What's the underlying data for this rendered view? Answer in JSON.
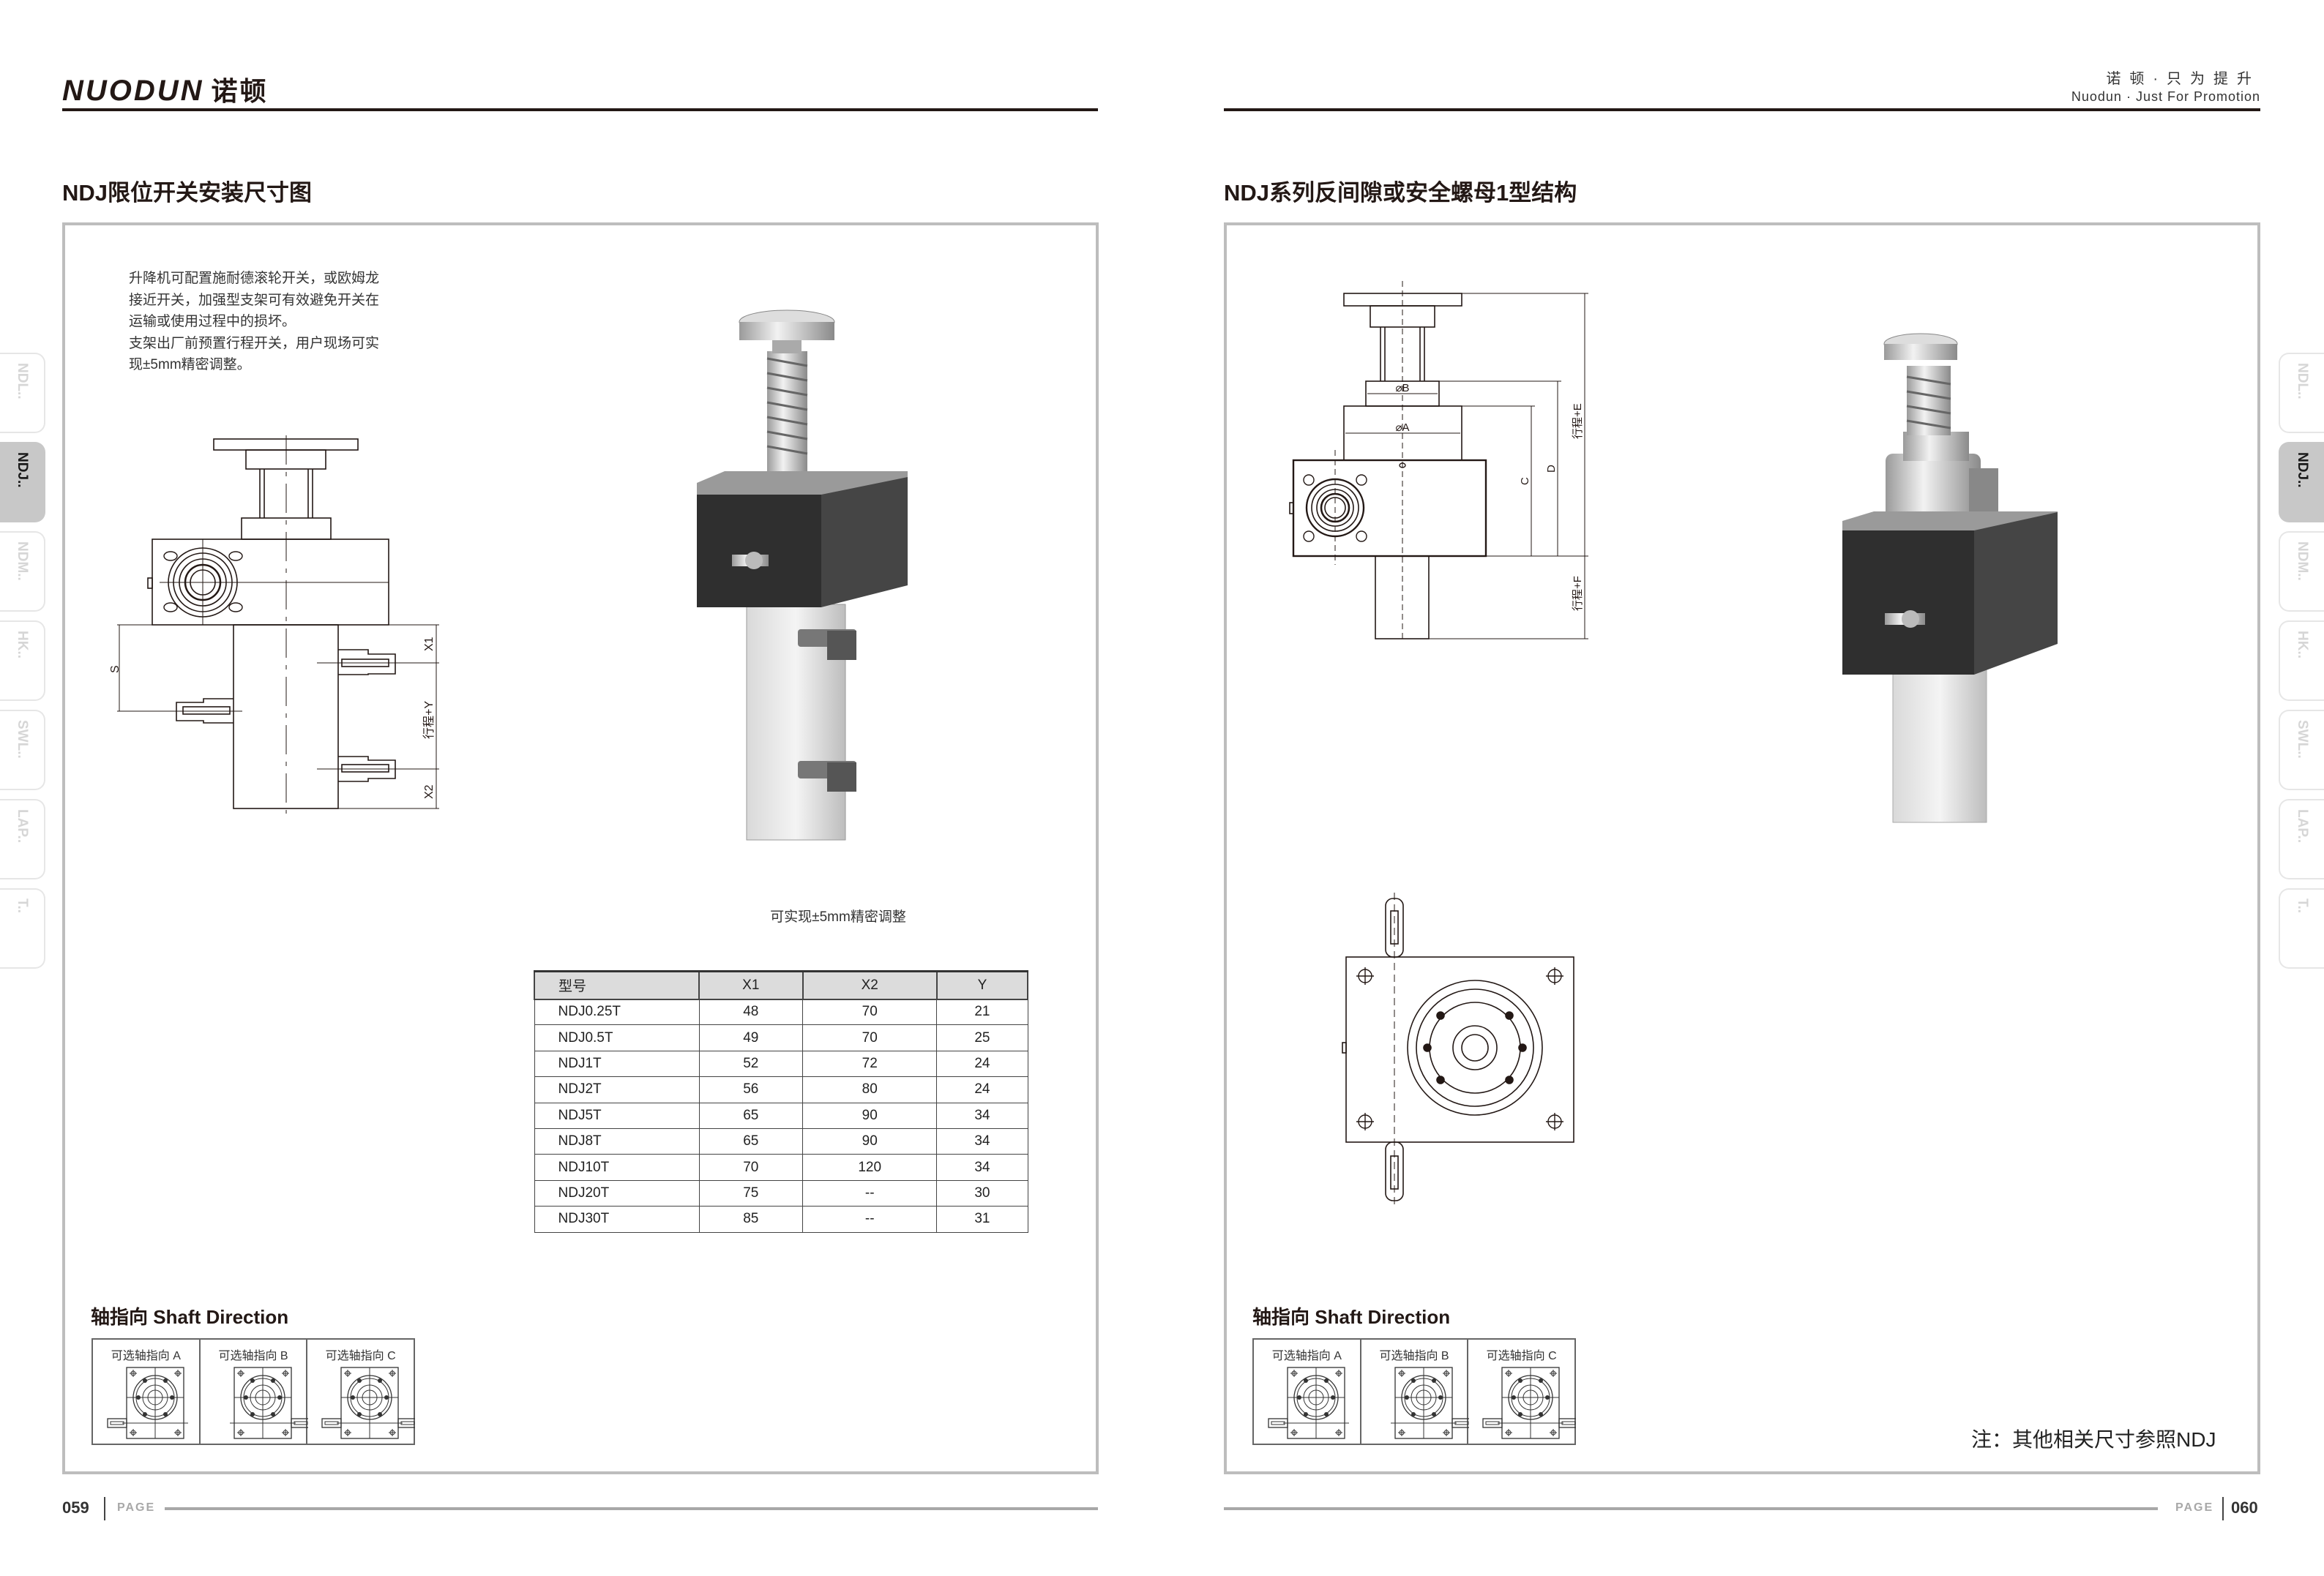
{
  "brand": {
    "logo_en": "NUODUN",
    "logo_cn": "诺顿",
    "tagline_cn": "诺顿·只为提升",
    "tagline_en": "Nuodun · Just For Promotion"
  },
  "side_tabs": [
    {
      "label": "NDL..",
      "active": false
    },
    {
      "label": "NDJ..",
      "active": true
    },
    {
      "label": "NDM..",
      "active": false
    },
    {
      "label": "HK..",
      "active": false
    },
    {
      "label": "SWL..",
      "active": false
    },
    {
      "label": "LAP..",
      "active": false
    },
    {
      "label": "T..",
      "active": false
    }
  ],
  "left_page": {
    "title": "NDJ限位开关安装尺寸图",
    "description": [
      "升降机可配置施耐德滚轮开关，或欧姆龙",
      "接近开关，加强型支架可有效避免开关在",
      "运输或使用过程中的损坏。",
      "支架出厂前预置行程开关，用户现场可实",
      "现±5mm精密调整。"
    ],
    "drawing_labels": {
      "s": "S",
      "x1": "X1",
      "stroke_y": "行程+Y",
      "x2": "X2"
    },
    "caption": "可实现±5mm精密调整",
    "table": {
      "headers": [
        "型号",
        "X1",
        "X2",
        "Y"
      ],
      "rows": [
        [
          "NDJ0.25T",
          "48",
          "70",
          "21"
        ],
        [
          "NDJ0.5T",
          "49",
          "70",
          "25"
        ],
        [
          "NDJ1T",
          "52",
          "72",
          "24"
        ],
        [
          "NDJ2T",
          "56",
          "80",
          "24"
        ],
        [
          "NDJ5T",
          "65",
          "90",
          "34"
        ],
        [
          "NDJ8T",
          "65",
          "90",
          "34"
        ],
        [
          "NDJ10T",
          "70",
          "120",
          "34"
        ],
        [
          "NDJ20T",
          "75",
          "--",
          "30"
        ],
        [
          "NDJ30T",
          "85",
          "--",
          "31"
        ]
      ]
    },
    "shaft": {
      "title": "轴指向 Shaft Direction",
      "options": [
        {
          "label": "可选轴指向 A",
          "side": "left"
        },
        {
          "label": "可选轴指向 B",
          "side": "right"
        },
        {
          "label": "可选轴指向 C",
          "side": "both"
        }
      ]
    },
    "page_number": "059",
    "page_label": "PAGE"
  },
  "right_page": {
    "title": "NDJ系列反间隙或安全螺母1型结构",
    "drawing_labels": {
      "dia_b": "⌀B",
      "dia_a": "⌀A",
      "c": "C",
      "d": "D",
      "stroke_e": "行程+E",
      "stroke_f": "行程+F"
    },
    "shaft": {
      "title": "轴指向 Shaft Direction",
      "options": [
        {
          "label": "可选轴指向 A",
          "side": "left"
        },
        {
          "label": "可选轴指向 B",
          "side": "right"
        },
        {
          "label": "可选轴指向 C",
          "side": "both"
        }
      ]
    },
    "note": "注：其他相关尺寸参照NDJ",
    "page_number": "060",
    "page_label": "PAGE"
  }
}
